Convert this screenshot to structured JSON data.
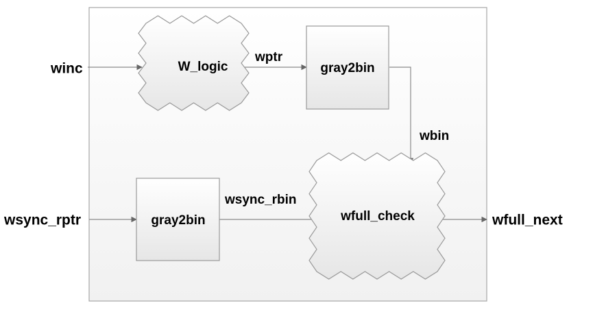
{
  "diagram": {
    "blocks": {
      "w_logic": "W_logic",
      "gray2bin_top": "gray2bin",
      "gray2bin_bottom": "gray2bin",
      "wfull_check": "wfull_check"
    },
    "ports": {
      "winc": "winc",
      "wsync_rptr": "wsync_rptr",
      "wfull_next": "wfull_next"
    },
    "signals": {
      "wptr": "wptr",
      "wbin": "wbin",
      "wsync_rbin": "wsync_rbin"
    },
    "colors": {
      "block_fill_top": "#ffffff",
      "block_fill_bottom": "#e6e6e6",
      "block_border": "#999999",
      "wire": "#8a8a8a",
      "container_border": "#a6a6a6"
    }
  }
}
